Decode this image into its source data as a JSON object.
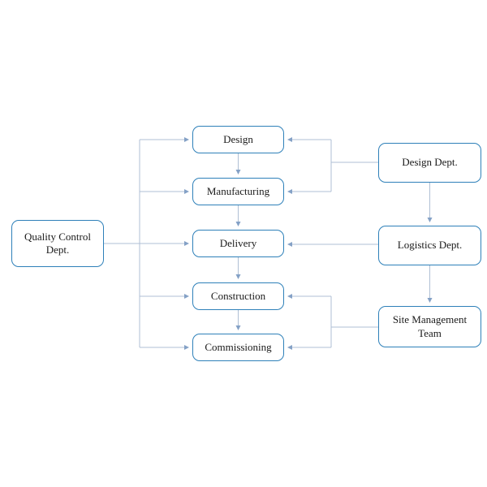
{
  "diagram": {
    "type": "flowchart",
    "nodes": {
      "design": {
        "label": "Design"
      },
      "manufacturing": {
        "label": "Manufacturing"
      },
      "delivery": {
        "label": "Delivery"
      },
      "construction": {
        "label": "Construction"
      },
      "commissioning": {
        "label": "Commissioning"
      },
      "quality_control": {
        "label": "Quality Control Dept."
      },
      "design_dept": {
        "label": "Design Dept."
      },
      "logistics_dept": {
        "label": "Logistics Dept."
      },
      "site_management": {
        "label": "Site Management Team"
      }
    },
    "edges": [
      {
        "from": "quality_control",
        "to": "design"
      },
      {
        "from": "quality_control",
        "to": "manufacturing"
      },
      {
        "from": "quality_control",
        "to": "delivery"
      },
      {
        "from": "quality_control",
        "to": "construction"
      },
      {
        "from": "quality_control",
        "to": "commissioning"
      },
      {
        "from": "design",
        "to": "manufacturing"
      },
      {
        "from": "manufacturing",
        "to": "delivery"
      },
      {
        "from": "delivery",
        "to": "construction"
      },
      {
        "from": "construction",
        "to": "commissioning"
      },
      {
        "from": "design_dept",
        "to": "design"
      },
      {
        "from": "design_dept",
        "to": "manufacturing"
      },
      {
        "from": "design_dept",
        "to": "logistics_dept"
      },
      {
        "from": "logistics_dept",
        "to": "delivery"
      },
      {
        "from": "logistics_dept",
        "to": "site_management"
      },
      {
        "from": "site_management",
        "to": "construction"
      },
      {
        "from": "site_management",
        "to": "commissioning"
      }
    ],
    "colors": {
      "node_border": "#2E80B9",
      "connector": "#AFBFD4",
      "arrowhead": "#84A1C6",
      "text": "#1A1A1A",
      "background": "#FFFFFF"
    }
  }
}
